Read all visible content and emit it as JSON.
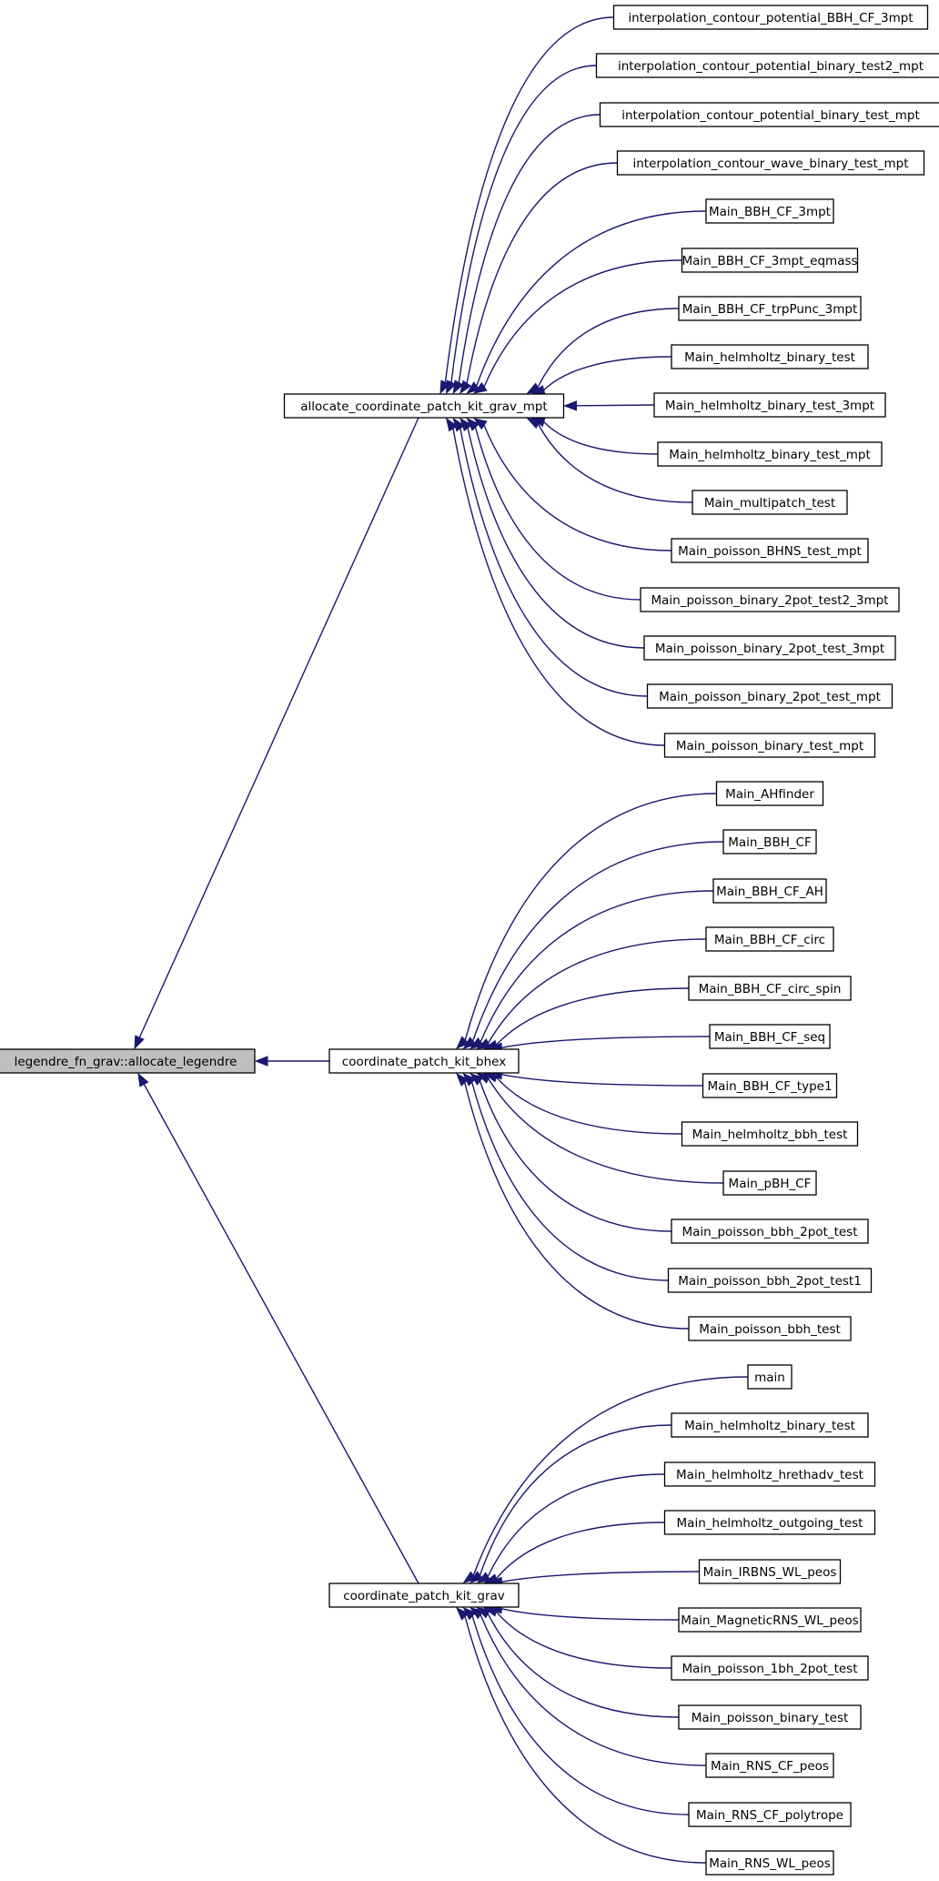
{
  "colors": {
    "edge": "#191970",
    "root_fill": "#bfbfbf",
    "node_fill": "#ffffff",
    "node_border": "#000000"
  },
  "root": "legendre_fn_grav::allocate_legendre",
  "groups": [
    {
      "name": "allocate_coordinate_patch_kit_grav_mpt",
      "callers": [
        "interpolation_contour_potential_BBH_CF_3mpt",
        "interpolation_contour_potential_binary_test2_mpt",
        "interpolation_contour_potential_binary_test_mpt",
        "interpolation_contour_wave_binary_test_mpt",
        "Main_BBH_CF_3mpt",
        "Main_BBH_CF_3mpt_eqmass",
        "Main_BBH_CF_trpPunc_3mpt",
        "Main_helmholtz_binary_test",
        "Main_helmholtz_binary_test_3mpt",
        "Main_helmholtz_binary_test_mpt",
        "Main_multipatch_test",
        "Main_poisson_BHNS_test_mpt",
        "Main_poisson_binary_2pot_test2_3mpt",
        "Main_poisson_binary_2pot_test_3mpt",
        "Main_poisson_binary_2pot_test_mpt",
        "Main_poisson_binary_test_mpt"
      ]
    },
    {
      "name": "coordinate_patch_kit_bhex",
      "callers": [
        "Main_AHfinder",
        "Main_BBH_CF",
        "Main_BBH_CF_AH",
        "Main_BBH_CF_circ",
        "Main_BBH_CF_circ_spin",
        "Main_BBH_CF_seq",
        "Main_BBH_CF_type1",
        "Main_helmholtz_bbh_test",
        "Main_pBH_CF",
        "Main_poisson_bbh_2pot_test",
        "Main_poisson_bbh_2pot_test1",
        "Main_poisson_bbh_test"
      ]
    },
    {
      "name": "coordinate_patch_kit_grav",
      "callers": [
        "main",
        "Main_helmholtz_binary_test",
        "Main_helmholtz_hrethadv_test",
        "Main_helmholtz_outgoing_test",
        "Main_IRBNS_WL_peos",
        "Main_MagneticRNS_WL_peos",
        "Main_poisson_1bh_2pot_test",
        "Main_poisson_binary_test",
        "Main_RNS_CF_peos",
        "Main_RNS_CF_polytrope",
        "Main_RNS_WL_peos"
      ]
    }
  ]
}
